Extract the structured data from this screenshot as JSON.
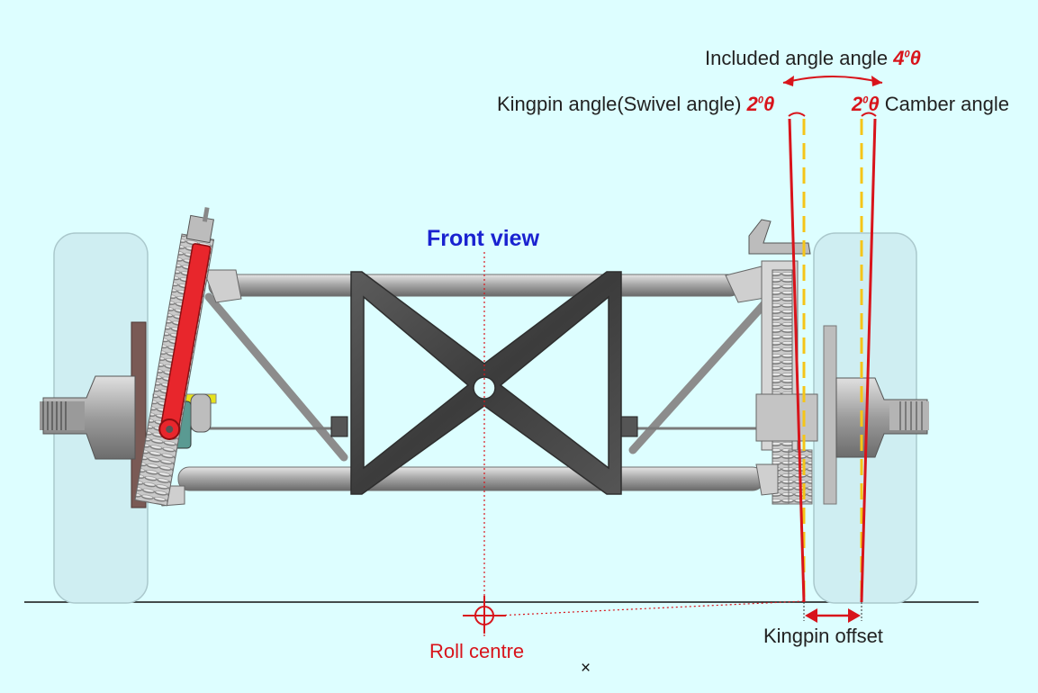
{
  "diagram": {
    "title": "Front view",
    "labels": {
      "included_angle_text": "Included angle angle",
      "included_angle_value": "4",
      "kingpin_angle_text": "Kingpin angle(Swivel angle)",
      "kingpin_angle_value": "2",
      "camber_angle_text": "Camber angle",
      "camber_angle_value": "2",
      "degree_symbol": "0",
      "theta": "θ",
      "roll_centre": "Roll centre",
      "kingpin_offset": "Kingpin offset",
      "close_mark": "×"
    },
    "colors": {
      "background": "#ddfeff",
      "angle_line": "#d8141b",
      "reference_line": "#f5c518",
      "title": "#1a22d0",
      "shock_absorber": "#e8262c",
      "frame": "#4a4a4a",
      "tube": "#a8a8a8",
      "tyre": "#cfeef2"
    }
  }
}
